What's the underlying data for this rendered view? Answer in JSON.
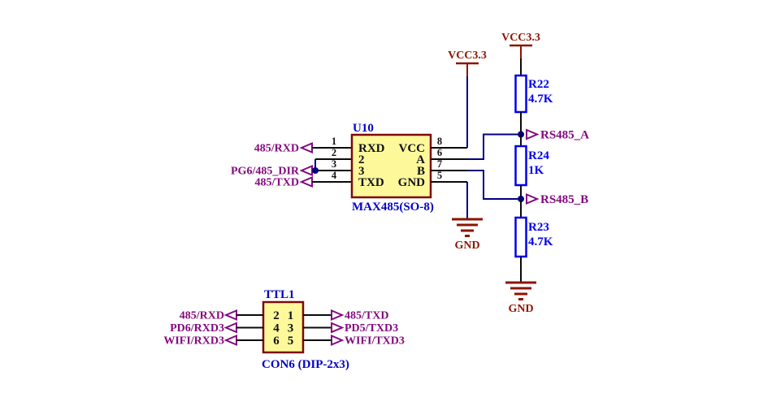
{
  "colors": {
    "wire_black": "#0a0a0a",
    "wire_navy": "#00007d",
    "power_red": "#8b1500",
    "label_purple": "#83087f",
    "label_blue": "#0000c8",
    "resistor_blue": "#0000ee",
    "chip_fill": "#fdf99b",
    "chip_border": "#7d0a0a",
    "pin_black": "#101018"
  },
  "power": {
    "vcc": "VCC3.3",
    "gnd": "GND"
  },
  "u10": {
    "designator": "U10",
    "part": "MAX485(SO-8)",
    "left_pins": [
      {
        "number": "1",
        "name": "RXD",
        "net": "485/RXD"
      },
      {
        "number": "2",
        "name": "2",
        "net": ""
      },
      {
        "number": "3",
        "name": "3",
        "net": "PG6/485_DIR"
      },
      {
        "number": "4",
        "name": "TXD",
        "net": "485/TXD"
      }
    ],
    "right_pins": [
      {
        "number": "8",
        "name": "VCC"
      },
      {
        "number": "6",
        "name": "A"
      },
      {
        "number": "7",
        "name": "B"
      },
      {
        "number": "5",
        "name": "GND"
      }
    ],
    "nets": {
      "rs485_a": "RS485_A",
      "rs485_b": "RS485_B"
    }
  },
  "resistors": [
    {
      "designator": "R22",
      "value": "4.7K"
    },
    {
      "designator": "R24",
      "value": "1K"
    },
    {
      "designator": "R23",
      "value": "4.7K"
    }
  ],
  "ttl1": {
    "designator": "TTL1",
    "part": "CON6 (DIP-2x3)",
    "rows": [
      {
        "left_net": "485/RXD",
        "left_pin": "2",
        "right_pin": "1",
        "right_net": "485/TXD"
      },
      {
        "left_net": "PD6/RXD3",
        "left_pin": "4",
        "right_pin": "3",
        "right_net": "PD5/TXD3"
      },
      {
        "left_net": "WIFI/RXD3",
        "left_pin": "6",
        "right_pin": "5",
        "right_net": "WIFI/TXD3"
      }
    ]
  }
}
